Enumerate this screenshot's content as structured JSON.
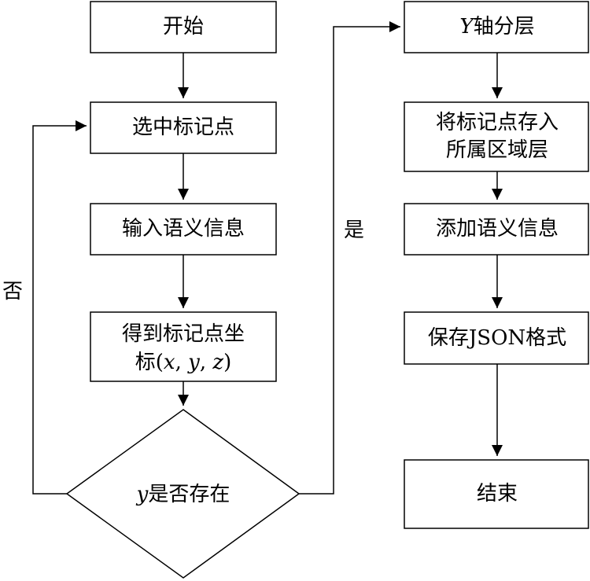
{
  "nodes": {
    "start": "开始",
    "select_marker": "选中标记点",
    "input_semantic": "输入语义信息",
    "get_coords_line1": "得到标记点坐",
    "get_coords_line2_prefix": "标(",
    "get_coords_x": "x",
    "get_coords_sep1": ", ",
    "get_coords_y": "y",
    "get_coords_sep2": ", ",
    "get_coords_z": "z",
    "get_coords_line2_suffix": ")",
    "decision_var": "y",
    "decision_text": "是否存在",
    "y_axis_var": "Y",
    "y_axis_text": "轴分层",
    "store_line1": "将标记点存入",
    "store_line2": "所属区域层",
    "add_semantic": "添加语义信息",
    "save_json": "保存JSON格式",
    "end": "结束"
  },
  "edges": {
    "no_label": "否",
    "yes_label": "是"
  }
}
